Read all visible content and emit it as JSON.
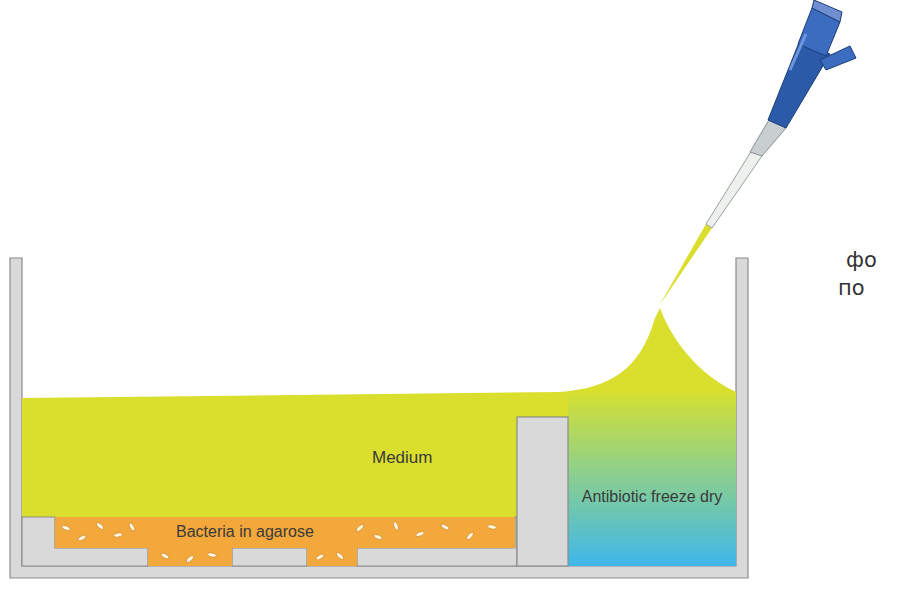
{
  "diagram": {
    "nodes": [
      {
        "text": [
          "Medium"
        ]
      },
      {
        "text": [
          "Bacteria in agarose"
        ]
      },
      {
        "text": [
          "Antibiotic freeze dry"
        ]
      }
    ],
    "labels": [
      "фо",
      "по"
    ]
  }
}
